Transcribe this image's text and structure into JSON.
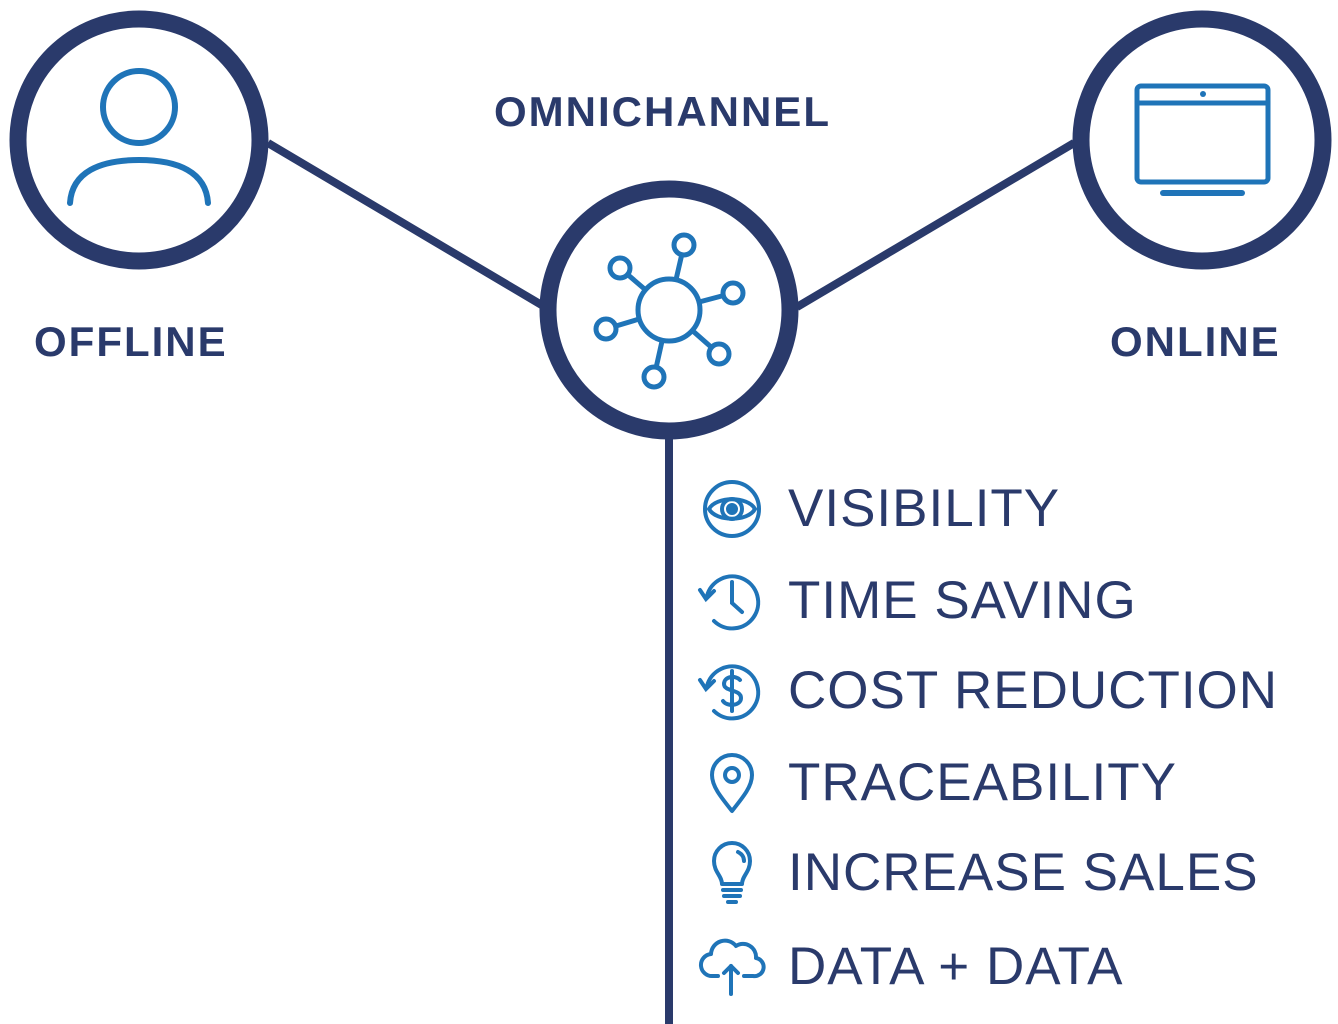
{
  "colors": {
    "navy": "#2a3a6b",
    "blue": "#1f74b8",
    "background": "#ffffff"
  },
  "nodes": {
    "offline": {
      "label": "OFFLINE",
      "icon": "user-icon"
    },
    "center": {
      "label": "OMNICHANNEL",
      "icon": "network-hub-icon"
    },
    "online": {
      "label": "ONLINE",
      "icon": "monitor-icon"
    }
  },
  "benefits": [
    {
      "label": "VISIBILITY",
      "icon": "eye-icon"
    },
    {
      "label": "TIME SAVING",
      "icon": "clock-history-icon"
    },
    {
      "label": "COST REDUCTION",
      "icon": "dollar-cycle-icon"
    },
    {
      "label": "TRACEABILITY",
      "icon": "location-pin-icon"
    },
    {
      "label": "INCREASE SALES",
      "icon": "lightbulb-icon"
    },
    {
      "label": "DATA + DATA",
      "icon": "cloud-upload-icon"
    }
  ]
}
